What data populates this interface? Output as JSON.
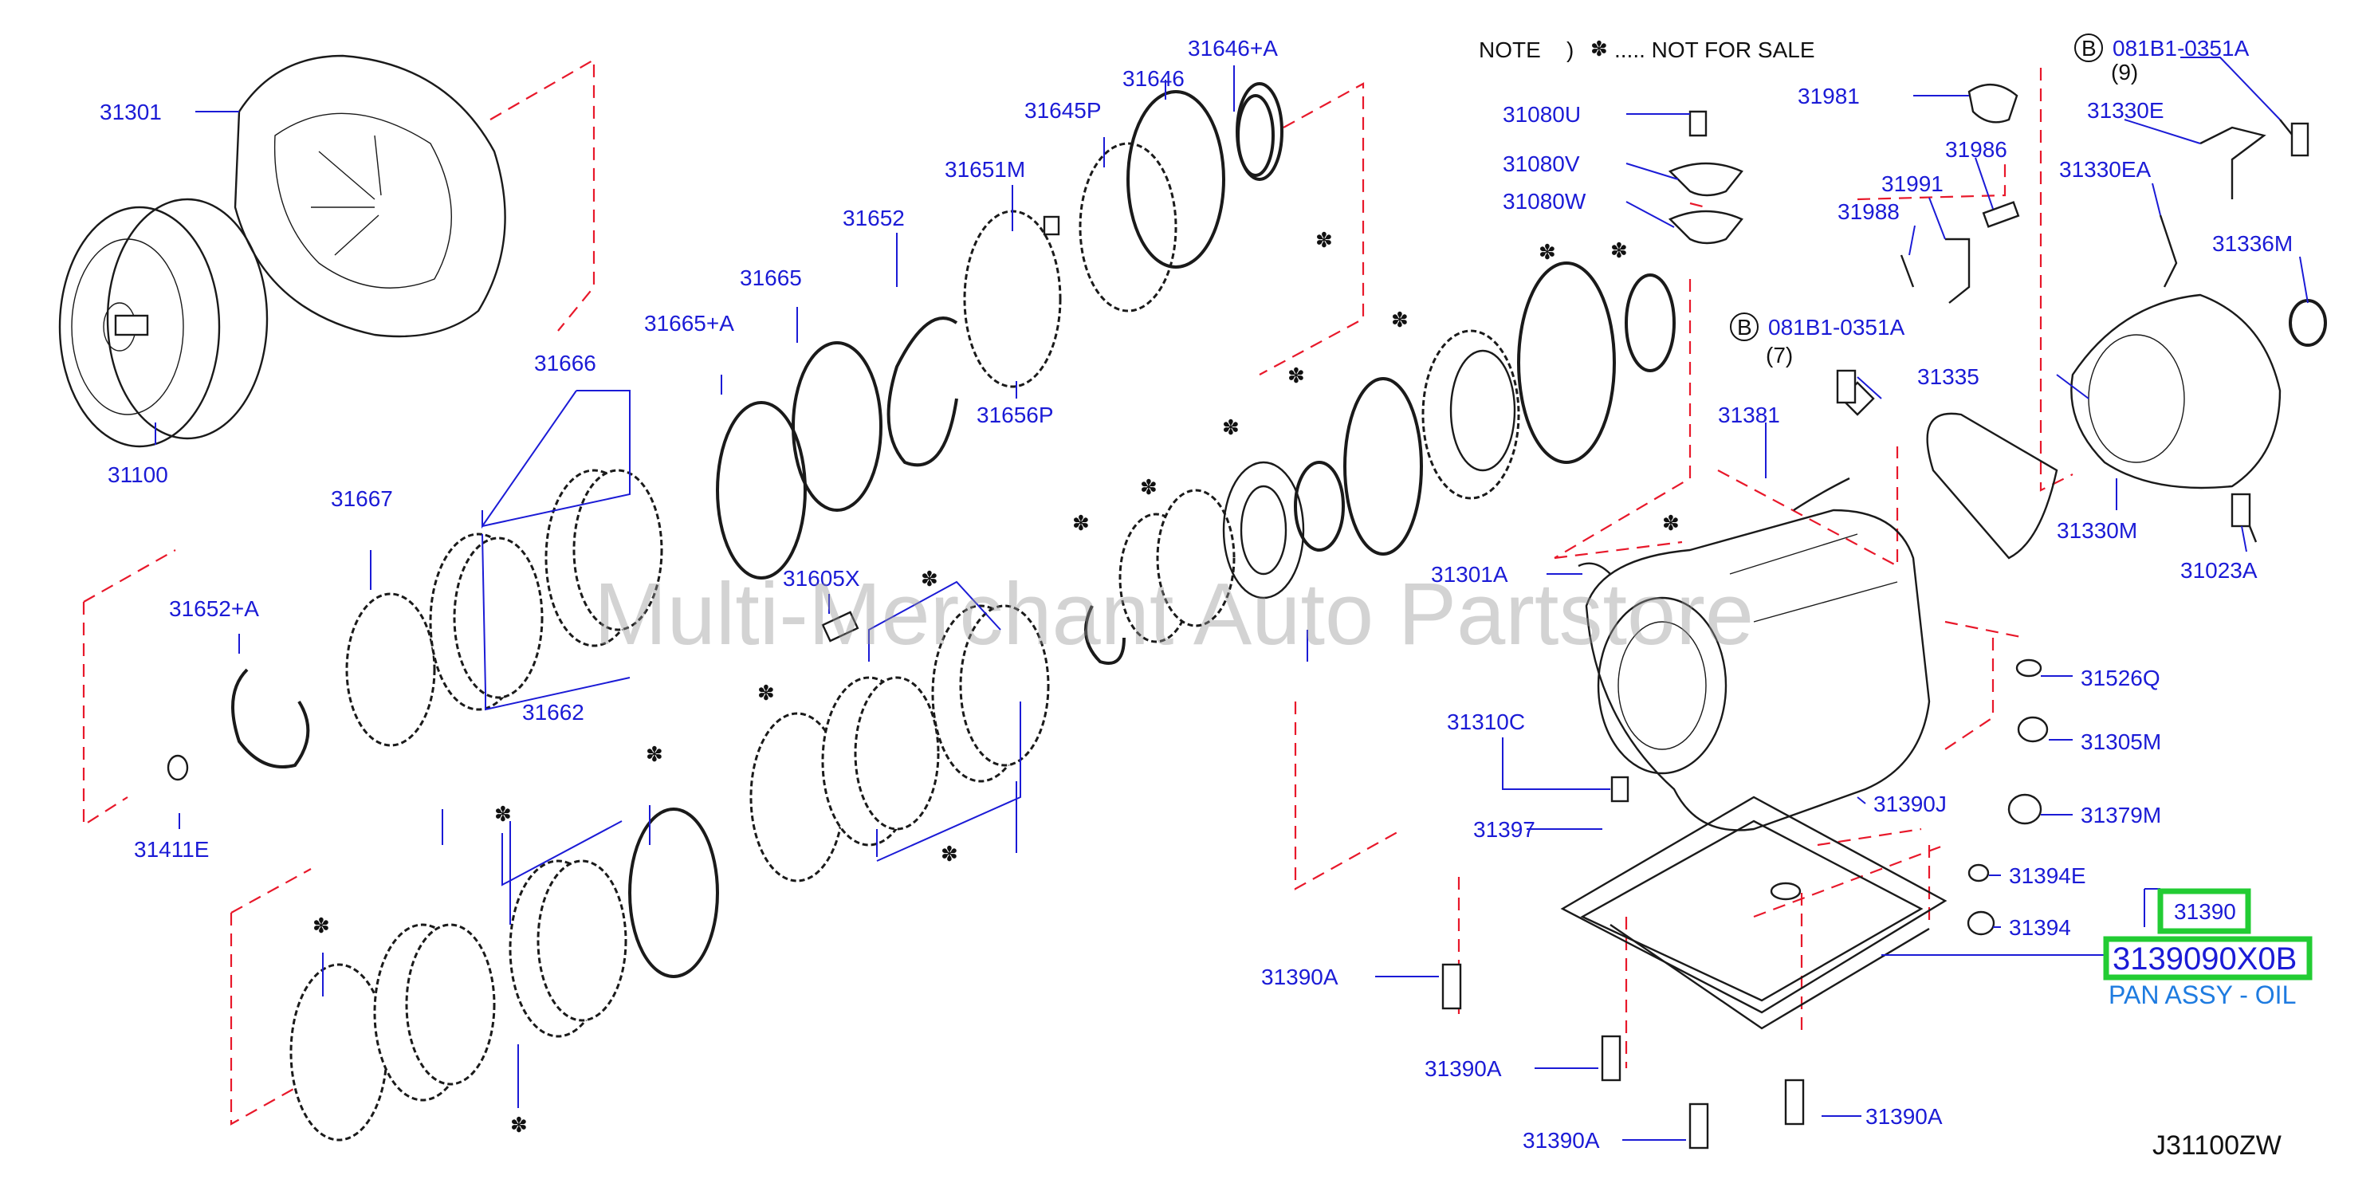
{
  "note": {
    "label": "NOTE",
    "paren": ")",
    "star": "✽",
    "text": "..... NOT FOR SALE"
  },
  "diagram_code": "J31100ZW",
  "watermark": "Multi-Merchant Auto Partstore",
  "highlight": {
    "group_number": "31390",
    "part_number": "3139090X0B",
    "part_name": "PAN ASSY - OIL",
    "frame_color": "#22cc33"
  },
  "bolt_callouts": [
    {
      "circle": "B",
      "number": "081B1-0351A",
      "qty": "(9)"
    },
    {
      "circle": "B",
      "number": "081B1-0351A",
      "qty": "(7)"
    }
  ],
  "labels": [
    "31301",
    "31100",
    "31666",
    "31665+A",
    "31665",
    "31652",
    "31651M",
    "31645P",
    "31646",
    "31646+A",
    "31656P",
    "31667",
    "31662",
    "31652+A",
    "31411E",
    "31605X",
    "31080U",
    "31080V",
    "31080W",
    "31981",
    "31986",
    "31991",
    "31988",
    "31330E",
    "31330EA",
    "31336M",
    "31335",
    "31381",
    "31330M",
    "31023A",
    "31301A",
    "31526Q",
    "31305M",
    "31310C",
    "31390J",
    "31379M",
    "31397",
    "31394E",
    "31394",
    "31390A",
    "31390A",
    "31390A",
    "31390A"
  ]
}
